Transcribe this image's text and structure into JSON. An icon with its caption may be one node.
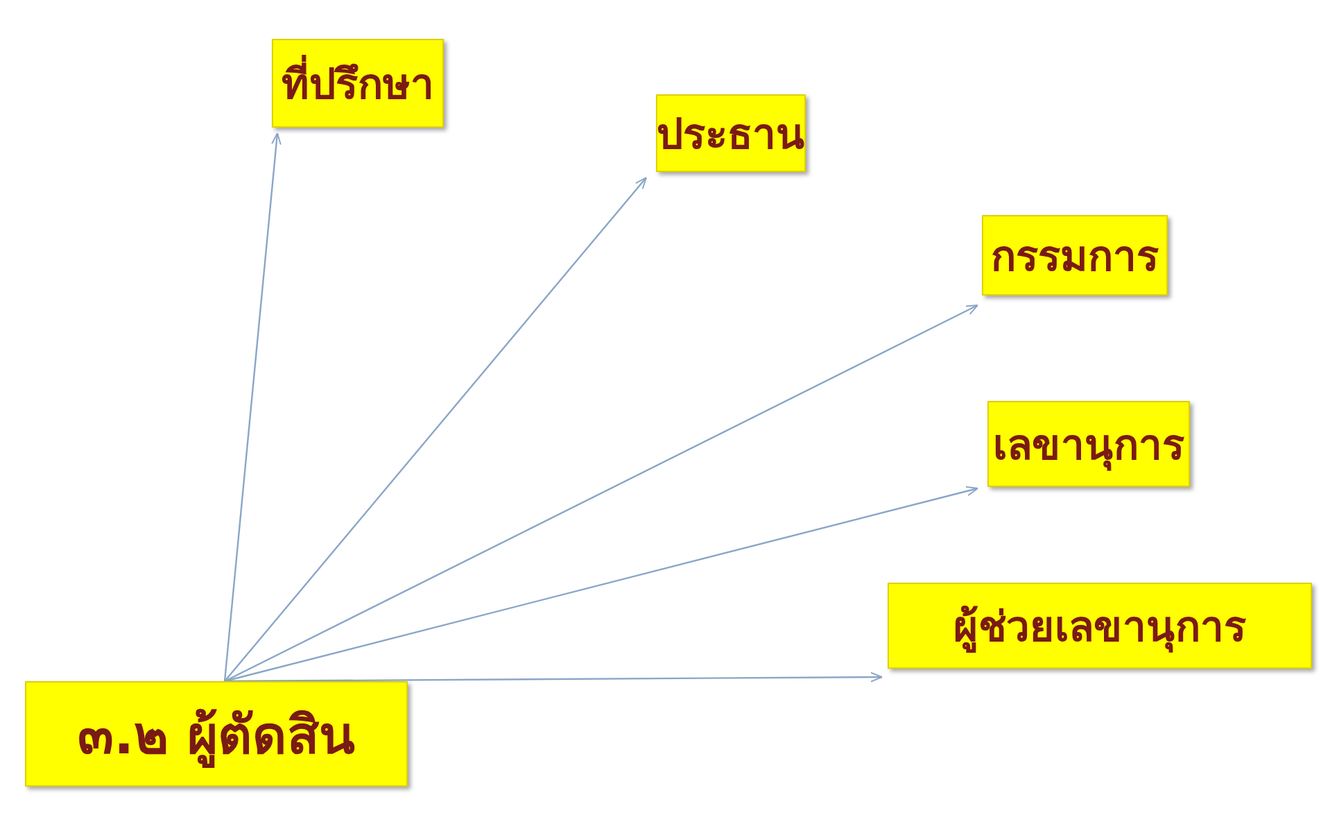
{
  "diagram": {
    "nodes": [
      {
        "text": [
          "ที่ปรึกษา"
        ]
      },
      {
        "text": [
          "ประธาน"
        ]
      },
      {
        "text": [
          "กรรมการ"
        ]
      },
      {
        "text": [
          "เลขานุการ"
        ]
      },
      {
        "text": [
          "ผู้ช่วยเลขานุการ"
        ]
      },
      {
        "text": [
          "๓.๒ ผู้ตัดสิน"
        ]
      }
    ],
    "edges": [
      {
        "from": 5,
        "to": 0,
        "arrow": "to"
      },
      {
        "from": 5,
        "to": 1,
        "arrow": "to"
      },
      {
        "from": 5,
        "to": 2,
        "arrow": "to"
      },
      {
        "from": 5,
        "to": 3,
        "arrow": "to"
      },
      {
        "from": 5,
        "to": 4,
        "arrow": "to"
      }
    ]
  }
}
